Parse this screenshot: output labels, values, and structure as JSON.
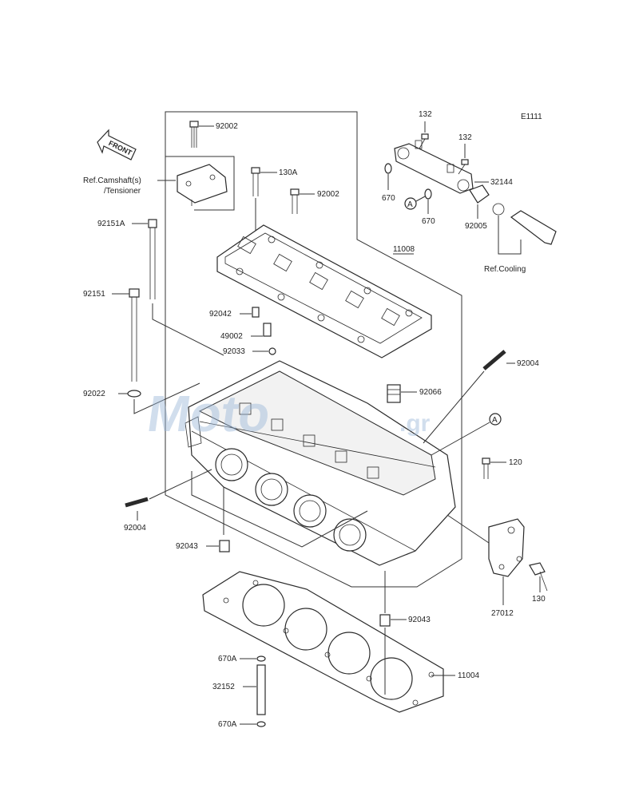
{
  "diagram_code": "E1111",
  "front_label": "FRONT",
  "ref_labels": {
    "camshaft_line1": "Ref.Camshaft(s)",
    "camshaft_line2": "/Tensioner",
    "cooling": "Ref.Cooling"
  },
  "parts": [
    {
      "id": "p-92002-top",
      "number": "92002"
    },
    {
      "id": "p-130A",
      "number": "130A"
    },
    {
      "id": "p-92002-mid",
      "number": "92002"
    },
    {
      "id": "p-92151A",
      "number": "92151A"
    },
    {
      "id": "p-11008",
      "number": "11008"
    },
    {
      "id": "p-92151",
      "number": "92151"
    },
    {
      "id": "p-92042",
      "number": "92042"
    },
    {
      "id": "p-49002",
      "number": "49002"
    },
    {
      "id": "p-92033",
      "number": "92033"
    },
    {
      "id": "p-92022",
      "number": "92022"
    },
    {
      "id": "p-92066",
      "number": "92066"
    },
    {
      "id": "p-92004-right",
      "number": "92004"
    },
    {
      "id": "p-120",
      "number": "120"
    },
    {
      "id": "p-92004-left",
      "number": "92004"
    },
    {
      "id": "p-92043-upper",
      "number": "92043"
    },
    {
      "id": "p-130",
      "number": "130"
    },
    {
      "id": "p-27012",
      "number": "27012"
    },
    {
      "id": "p-92043-lower",
      "number": "92043"
    },
    {
      "id": "p-670A-upper",
      "number": "670A"
    },
    {
      "id": "p-11004",
      "number": "11004"
    },
    {
      "id": "p-32152",
      "number": "32152"
    },
    {
      "id": "p-670A-lower",
      "number": "670A"
    },
    {
      "id": "p-132-a",
      "number": "132"
    },
    {
      "id": "p-132-b",
      "number": "132"
    },
    {
      "id": "p-32144",
      "number": "32144"
    },
    {
      "id": "p-670-a",
      "number": "670"
    },
    {
      "id": "p-670-b",
      "number": "670"
    },
    {
      "id": "p-92005",
      "number": "92005"
    }
  ],
  "callouts": [
    {
      "id": "callout-a-upper",
      "letter": "A"
    },
    {
      "id": "callout-a-right",
      "letter": "A"
    }
  ],
  "watermark": {
    "main": "Moto",
    "suffix": ".gr"
  }
}
